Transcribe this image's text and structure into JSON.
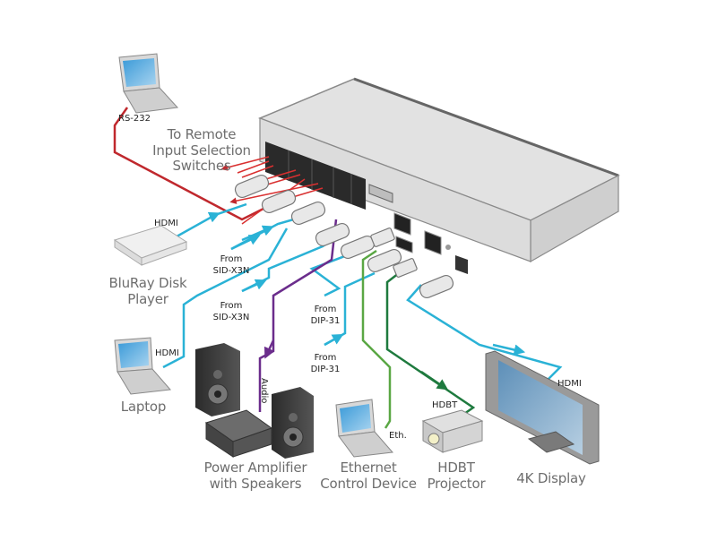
{
  "diagram": {
    "title": "Switcher connection diagram",
    "colors": {
      "hdmi": "#2ab2d6",
      "rs232": "#c0282d",
      "remote": "#d93030",
      "audio": "#6b2d8c",
      "ethernet": "#5aa744",
      "hdbt": "#1e7a3e",
      "label": "#6e6e6e"
    },
    "devices": {
      "rs232_laptop": {
        "label": ""
      },
      "bluray": {
        "label": "BluRay Disk\nPlayer"
      },
      "laptop": {
        "label": "Laptop"
      },
      "amplifier": {
        "label": "Power Amplifier\nwith Speakers"
      },
      "ethernet_device": {
        "label": "Ethernet\nControl Device"
      },
      "projector": {
        "label": "HDBT\nProjector"
      },
      "display": {
        "label": "4K Display"
      },
      "remote_switches": {
        "label": "To Remote\nInput Selection\nSwitches"
      }
    },
    "cable_labels": {
      "rs232": "RS-232",
      "bluray_hdmi": "HDMI",
      "laptop_hdmi": "HDMI",
      "audio": "Audio",
      "eth": "Eth.",
      "hdbt": "HDBT",
      "display_hdmi": "HDMI"
    },
    "source_labels": [
      "From\nSID-X3N",
      "From\nSID-X3N",
      "From\nDIP-31",
      "From\nDIP-31"
    ]
  }
}
